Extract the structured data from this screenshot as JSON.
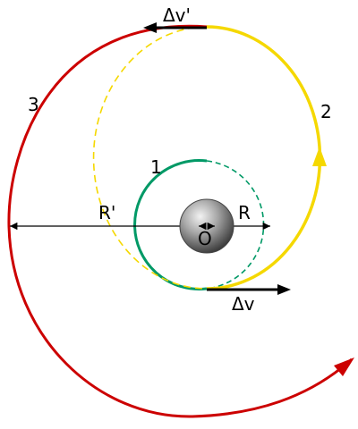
{
  "labels": {
    "orbit_1": "1",
    "orbit_2": "2",
    "orbit_3": "3",
    "radius_inner": "R",
    "radius_outer": "R'",
    "center": "O",
    "delta_v_first": "Δv",
    "delta_v_second": "Δv'"
  },
  "colors": {
    "orbit_1": "#009966",
    "orbit_2": "#f5d800",
    "orbit_3": "#cc0000",
    "arrows": "#000000"
  }
}
